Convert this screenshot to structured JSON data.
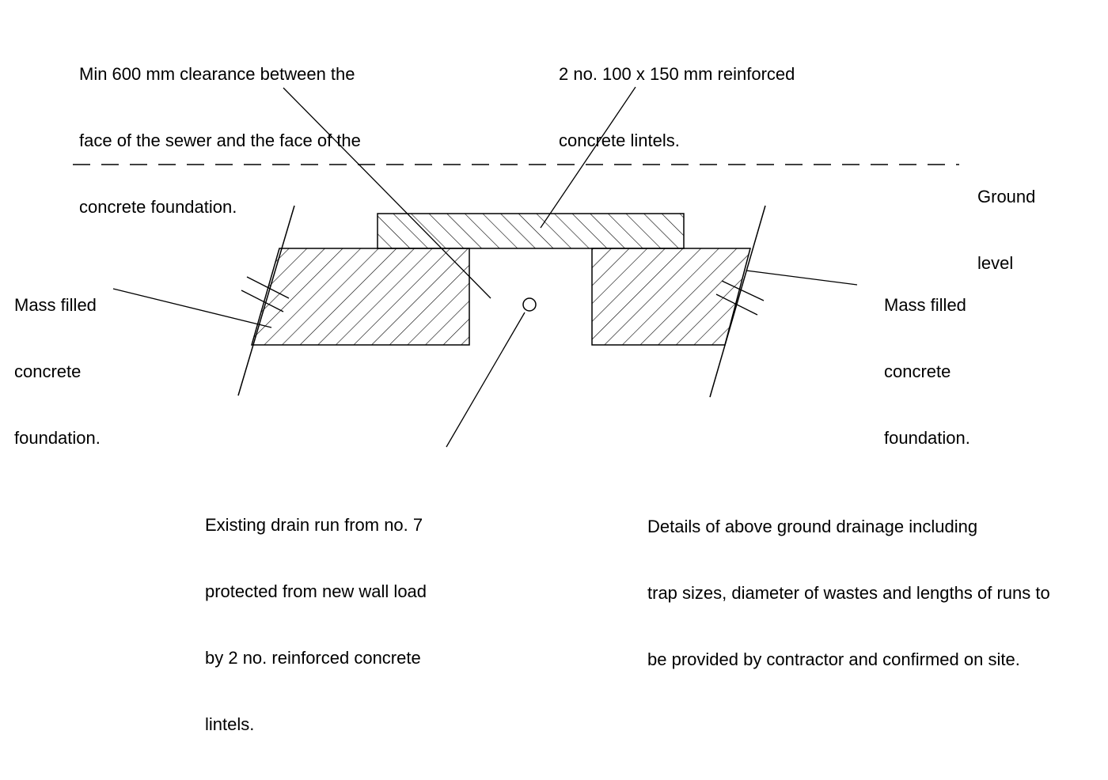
{
  "labels": {
    "clearance": [
      "Min 600 mm clearance between the",
      "face of the sewer and the face of the",
      "concrete foundation."
    ],
    "lintels": [
      "2 no. 100 x 150 mm reinforced",
      "concrete lintels."
    ],
    "ground_level": [
      "Ground",
      "level"
    ],
    "mass_left": [
      "Mass filled",
      "concrete",
      "foundation."
    ],
    "mass_right": [
      "Mass filled",
      "concrete",
      "foundation."
    ],
    "drain": [
      "Existing drain run from no. 7",
      "protected from new wall load",
      "by 2 no. reinforced concrete",
      "lintels."
    ],
    "details": [
      "Details of above ground drainage including",
      "trap sizes, diameter of wastes and lengths of runs to",
      "be provided by contractor and confirmed on site."
    ]
  },
  "colors": {
    "line": "#000000",
    "background": "#ffffff"
  }
}
